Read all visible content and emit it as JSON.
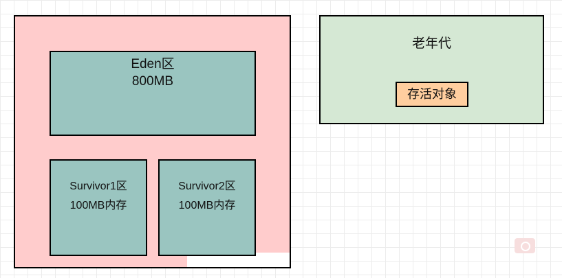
{
  "young_generation": {
    "eden": {
      "name": "Eden区",
      "size": "800MB"
    },
    "survivors": [
      {
        "name": "Survivor1区",
        "size": "100MB内存"
      },
      {
        "name": "Survivor2区",
        "size": "100MB内存"
      }
    ]
  },
  "old_generation": {
    "title": "老年代",
    "objects_label": "存活对象"
  },
  "colors": {
    "young_generation_fill": "#ffcccc",
    "eden_survivor_fill": "#9ac5c0",
    "old_generation_fill": "#d5e8d4",
    "objects_fill": "#ffce9f",
    "border": "#000000"
  }
}
